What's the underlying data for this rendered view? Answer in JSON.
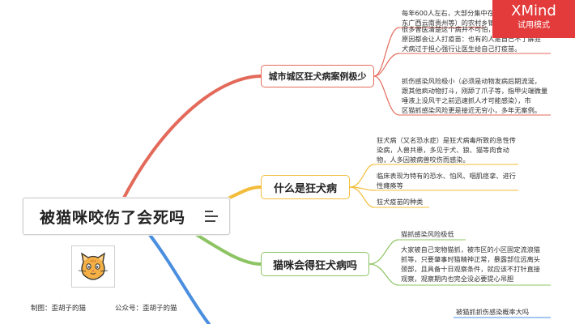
{
  "central_topic": "被猫咪咬伤了会死吗",
  "watermark": {
    "brand": "XMind",
    "mode": "试用模式"
  },
  "branches": [
    {
      "label": "城市城区狂犬病案例极少",
      "color": "#e36a5a",
      "leaves": [
        {
          "lines": [
            "每年600人左右，大部分集中在小",
            "东广西云南贵州等）的农村乡镇"
          ]
        },
        {
          "lines": [
            "很多曾医清楚这个病并不可怕，但出于各种免责",
            "原因都会让人打疫苗：也有的人是自己不了解狂",
            "犬病过于担心强行让医生给自己打疫苗。"
          ]
        },
        {
          "lines": [
            "抓伤感染风险极小（必须是动物发病后期流涎，",
            "跟其他疯动物打斗，刚舔了爪子等，指甲尖端微量",
            "唾液上没风干之前迅速抓人才可能感染），市",
            "区猫抓感染风险更是接近无穷小，多年无案例。"
          ]
        }
      ]
    },
    {
      "label": "什么是狂犬病",
      "color": "#f3bd3a",
      "leaves": [
        {
          "lines": [
            "狂犬病（又名恐水症）是狂犬病毒所致的急性传",
            "染病，人兽共患，多见于犬、狼、猫等肉食动",
            "物，人多因被病兽咬伤而感染。"
          ]
        },
        {
          "lines": [
            "临床表现为特有的恐水、怕风、咽肌痉挛、进行",
            "性瘫痪等"
          ]
        },
        {
          "lines": [
            "狂犬疫苗的种类"
          ]
        }
      ]
    },
    {
      "label": "猫咪会得狂犬病吗",
      "color": "#8dc463",
      "leaves": [
        {
          "lines": [
            "猫抓感染风险极低"
          ]
        },
        {
          "lines": [
            "大家被自己宠物猫抓，被市区的小区固定流浪猫",
            "抓等，只要肇事时猫精神正常，暴露部位远离头",
            "颈部，且具备十日观察条件，就应该不打针直接",
            "观察，观察期内也完全没必要提心吊胆"
          ]
        }
      ]
    },
    {
      "label": "",
      "color": "#4a8ee0",
      "leaves": [
        {
          "lines": [
            "被猫抓抓伤感染概率大吗"
          ]
        }
      ]
    }
  ],
  "credits": {
    "made_by": "制图：歪胡子的猫",
    "account": "公众号：歪胡子的猫"
  },
  "icons": [
    "cat-logo-icon",
    "menu-lines-icon"
  ]
}
